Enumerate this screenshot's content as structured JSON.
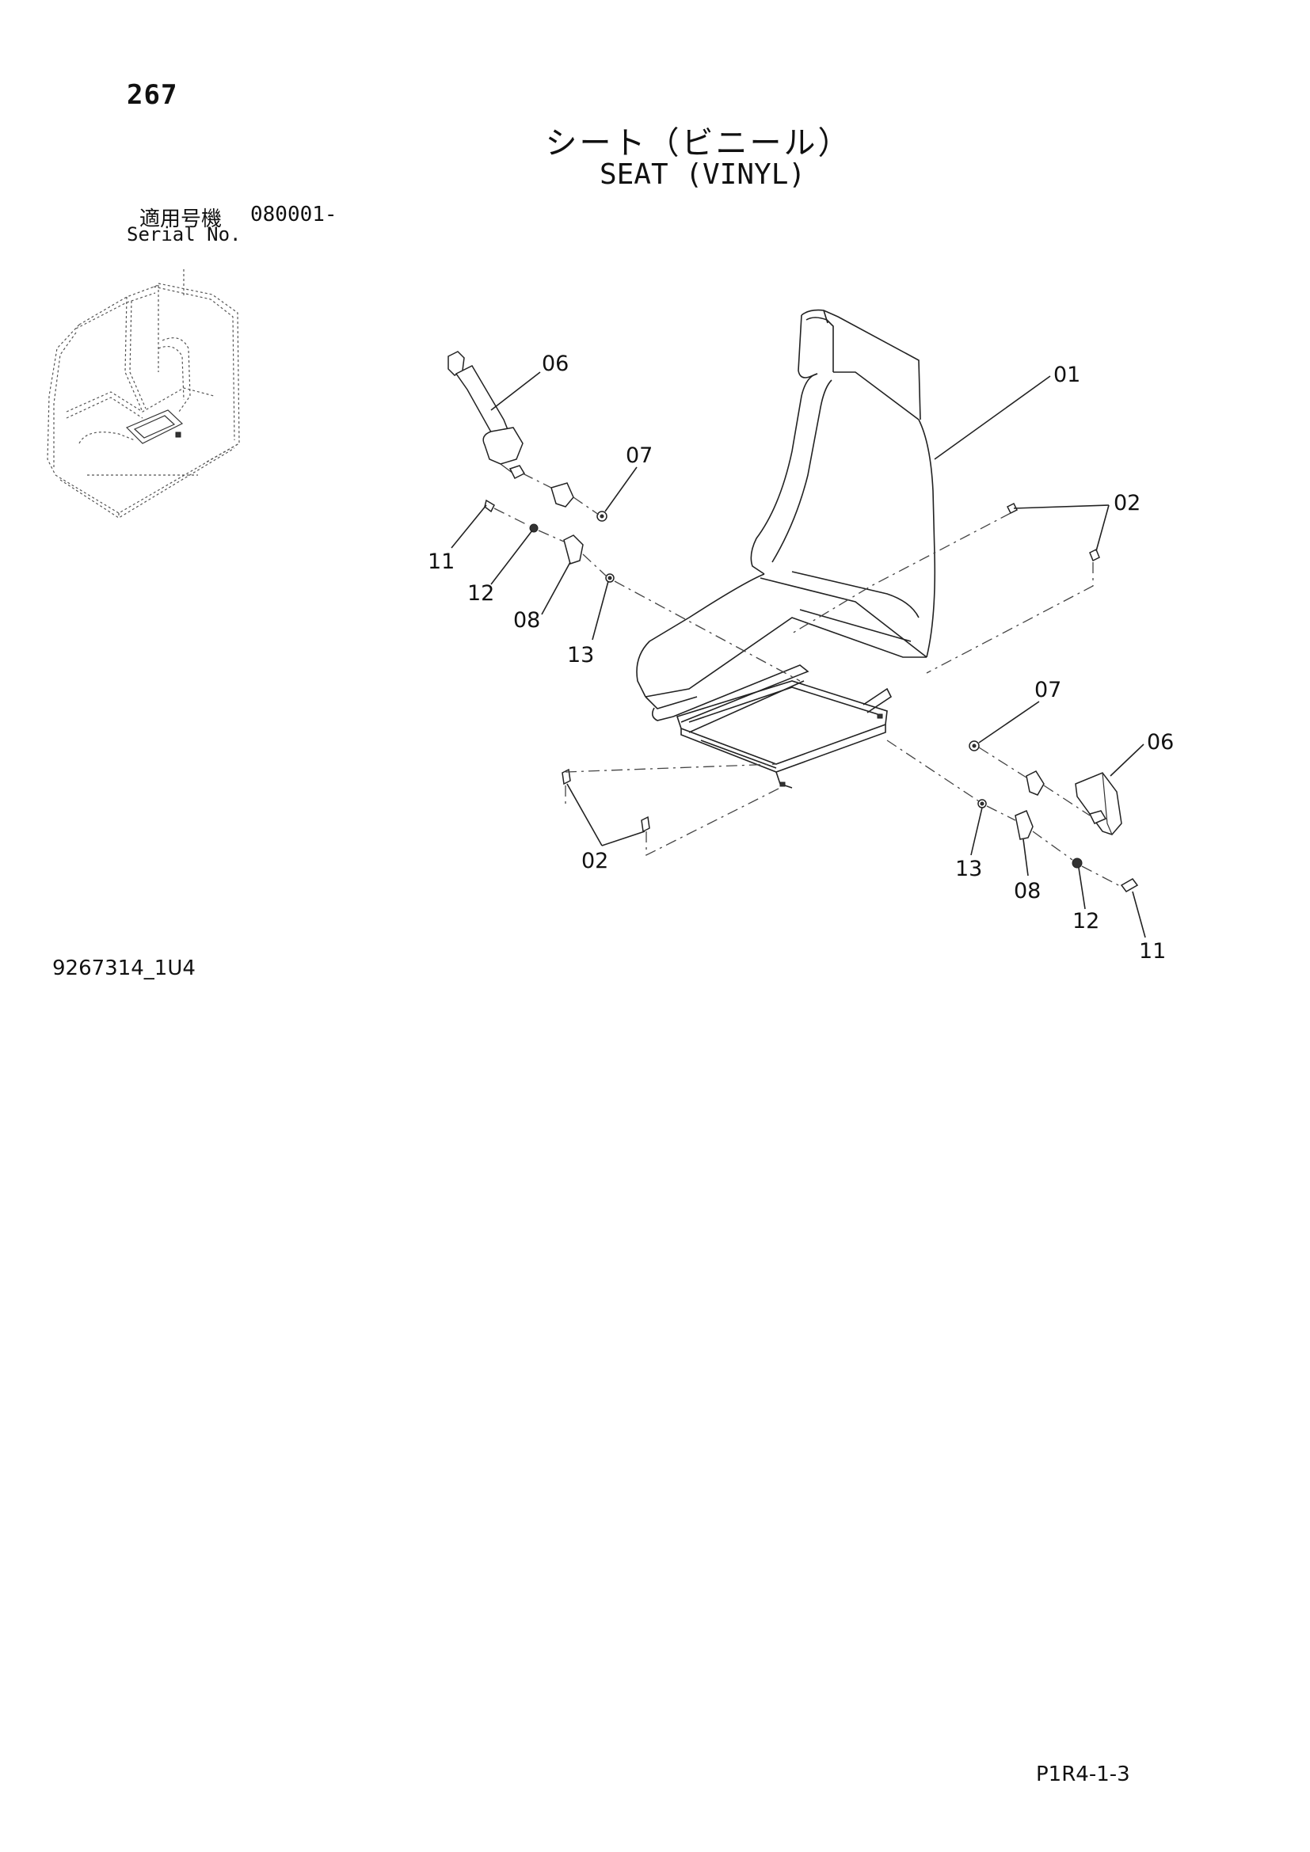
{
  "page_number": "267",
  "title_ja": "シート（ビニール）",
  "title_en": "SEAT (VINYL)",
  "serial_label_ja": "適用号機",
  "serial_label_en": "Serial No.",
  "serial_value": "080001-",
  "drawing_code": "9267314_1U4",
  "page_code": "P1R4-1-3",
  "callouts": {
    "c01": "01",
    "c02_top": "02",
    "c02_bottom": "02",
    "c06_left": "06",
    "c06_right": "06",
    "c07_left": "07",
    "c07_right": "07",
    "c08_left": "08",
    "c08_right": "08",
    "c11_left": "11",
    "c11_right": "11",
    "c12_left": "12",
    "c12_right": "12",
    "c13_left": "13",
    "c13_right": "13"
  }
}
